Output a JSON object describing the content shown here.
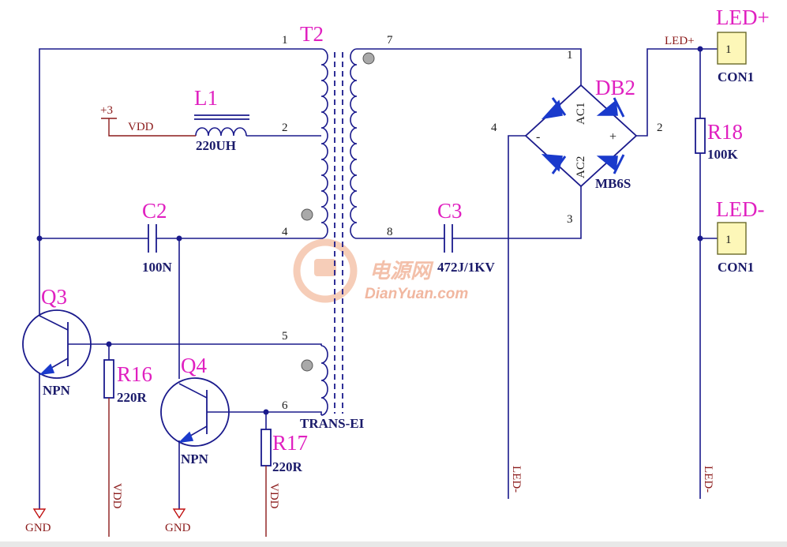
{
  "transformer": {
    "ref": "T2",
    "model": "TRANS-EI",
    "pins": [
      "1",
      "2",
      "4",
      "5",
      "6",
      "7",
      "8"
    ]
  },
  "inductor": {
    "ref": "L1",
    "value": "220UH"
  },
  "capacitor_c2": {
    "ref": "C2",
    "value": "100N"
  },
  "capacitor_c3": {
    "ref": "C3",
    "value": "472J/1KV"
  },
  "bridge": {
    "ref": "DB2",
    "model": "MB6S",
    "pins": [
      "1",
      "2",
      "3",
      "4"
    ],
    "ac1": "AC1",
    "ac2": "AC2",
    "minus": "-",
    "plus": "+"
  },
  "resistor_r16": {
    "ref": "R16",
    "value": "220R"
  },
  "resistor_r17": {
    "ref": "R17",
    "value": "220R"
  },
  "resistor_r18": {
    "ref": "R18",
    "value": "100K"
  },
  "transistor_q3": {
    "ref": "Q3",
    "type": "NPN"
  },
  "transistor_q4": {
    "ref": "Q4",
    "type": "NPN"
  },
  "connector_pos": {
    "title": "LED+",
    "pin": "1",
    "ref": "CON1"
  },
  "connector_neg": {
    "title": "LED-",
    "pin": "1",
    "ref": "CON1"
  },
  "power": {
    "plus3": "+3",
    "vdd": "VDD",
    "gnd": "GND"
  },
  "nets": {
    "led_plus": "LED+",
    "led_minus": "LED-",
    "vdd": "VDD"
  },
  "watermark": {
    "cn": "电源网",
    "en": "DianYuan.com"
  },
  "colors": {
    "wire": "#1a1a8c",
    "designator": "#e020c0",
    "net_label": "#8b1a1a",
    "diode": "#1a3acc"
  }
}
